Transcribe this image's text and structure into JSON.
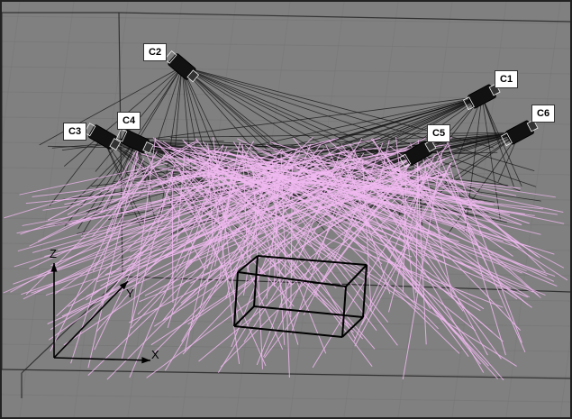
{
  "cameras": [
    "C1",
    "C2",
    "C3",
    "C4",
    "C5",
    "C6"
  ],
  "axes": {
    "x": "X",
    "y": "Y",
    "z": "Z"
  },
  "colors": {
    "viewport_bg": "#808080",
    "grid": "#757575",
    "ray_black": "#111111",
    "ray_pink": "#f0b8f0",
    "camera_body": "#111111"
  },
  "icons": [
    "camera-icon"
  ]
}
